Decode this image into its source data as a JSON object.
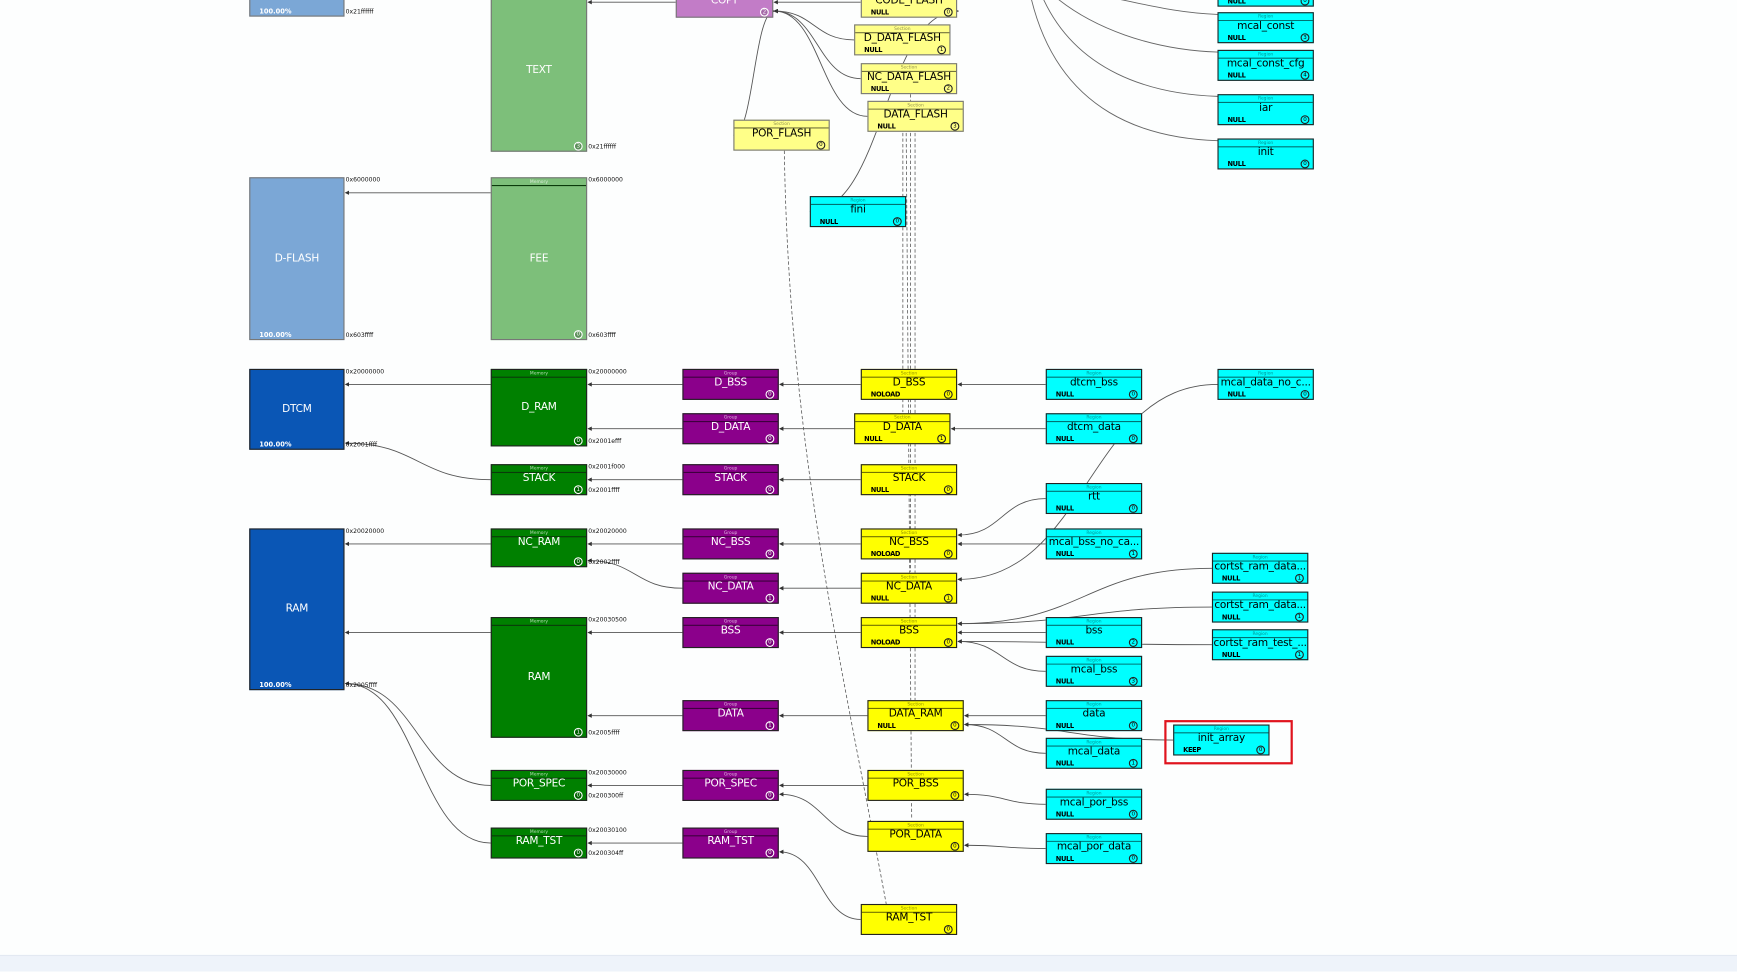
{
  "header_labels": {
    "memory": "Memory",
    "group": "Group",
    "section": "Section",
    "region": "Region"
  },
  "colors": {
    "phys_light": "#7ba7d6",
    "phys_dark": "#0a56b5",
    "mem_light": "#7dbf7a",
    "mem_dark": "#008000",
    "group": "#8b008b",
    "group_light": "#c27cc7",
    "section": "#ffff00",
    "section_light": "#ffff88",
    "region": "#00ffff",
    "highlight": "#e0141e"
  },
  "nodes": [
    {
      "id": "p_top",
      "kind": "phys",
      "label": "",
      "pct": "100.00%",
      "end": "0x21ffffff"
    },
    {
      "id": "p_dflash",
      "kind": "phys",
      "label": "D-FLASH",
      "pct": "100.00%",
      "start": "0x6000000",
      "end": "0x603ffff"
    },
    {
      "id": "p_dtcm",
      "kind": "phys",
      "label": "DTCM",
      "pct": "100.00%",
      "start": "0x20000000",
      "end": "0x2001ffff"
    },
    {
      "id": "p_ram",
      "kind": "phys",
      "label": "RAM",
      "pct": "100.00%",
      "start": "0x20020000",
      "end": "0x2005ffff"
    },
    {
      "id": "m_text",
      "kind": "mem",
      "label": "TEXT",
      "badge": "3",
      "end": "0x21ffffff"
    },
    {
      "id": "m_fee",
      "kind": "mem",
      "label": "FEE",
      "badge": "0",
      "start": "0x6000000",
      "end": "0x603ffff"
    },
    {
      "id": "m_dram",
      "kind": "mem",
      "label": "D_RAM",
      "badge": "0",
      "start": "0x20000000",
      "end": "0x2001efff"
    },
    {
      "id": "m_stack",
      "kind": "mem",
      "label": "STACK",
      "badge": "1",
      "start": "0x2001f000",
      "end": "0x2001ffff"
    },
    {
      "id": "m_ncram",
      "kind": "mem",
      "label": "NC_RAM",
      "badge": "0",
      "start": "0x20020000",
      "end": "0x2002ffff"
    },
    {
      "id": "m_ram",
      "kind": "mem",
      "label": "RAM",
      "badge": "1",
      "start": "0x20030500",
      "end": "0x2005ffff"
    },
    {
      "id": "m_porspec",
      "kind": "mem",
      "label": "POR_SPEC",
      "badge": "0",
      "start": "0x20030000",
      "end": "0x200300ff"
    },
    {
      "id": "m_ramtst",
      "kind": "mem",
      "label": "RAM_TST",
      "badge": "0",
      "start": "0x20030100",
      "end": "0x200304ff"
    },
    {
      "id": "g_copy",
      "kind": "grp",
      "label": "COPY",
      "badge": "2"
    },
    {
      "id": "g_dbss",
      "kind": "grp",
      "label": "D_BSS",
      "badge": "0"
    },
    {
      "id": "g_ddata",
      "kind": "grp",
      "label": "D_DATA",
      "badge": "0"
    },
    {
      "id": "g_stack",
      "kind": "grp",
      "label": "STACK",
      "badge": "0"
    },
    {
      "id": "g_ncbss",
      "kind": "grp",
      "label": "NC_BSS",
      "badge": "0"
    },
    {
      "id": "g_ncdata",
      "kind": "grp",
      "label": "NC_DATA",
      "badge": "1"
    },
    {
      "id": "g_bss",
      "kind": "grp",
      "label": "BSS",
      "badge": "0"
    },
    {
      "id": "g_data",
      "kind": "grp",
      "label": "DATA",
      "badge": "1"
    },
    {
      "id": "g_porspec",
      "kind": "grp",
      "label": "POR_SPEC",
      "badge": "0"
    },
    {
      "id": "g_ramtst",
      "kind": "grp",
      "label": "RAM_TST",
      "badge": "0"
    },
    {
      "id": "s_codeflash",
      "kind": "sec",
      "label": "CODE_FLASH",
      "flag": "NULL",
      "badge": "0"
    },
    {
      "id": "s_ddataflash",
      "kind": "sec",
      "label": "D_DATA_FLASH",
      "flag": "NULL",
      "badge": "1"
    },
    {
      "id": "s_ncdataflash",
      "kind": "sec",
      "label": "NC_DATA_FLASH",
      "flag": "NULL",
      "badge": "2"
    },
    {
      "id": "s_dataflash",
      "kind": "sec",
      "label": "DATA_FLASH",
      "flag": "NULL",
      "badge": "3"
    },
    {
      "id": "s_porflash",
      "kind": "sec",
      "label": "POR_FLASH",
      "badge": "0"
    },
    {
      "id": "s_dbss",
      "kind": "sec",
      "label": "D_BSS",
      "flag": "NOLOAD",
      "badge": "0"
    },
    {
      "id": "s_ddata",
      "kind": "sec",
      "label": "D_DATA",
      "flag": "NULL",
      "badge": "1"
    },
    {
      "id": "s_stack",
      "kind": "sec",
      "label": "STACK",
      "flag": "NULL",
      "badge": "0"
    },
    {
      "id": "s_ncbss",
      "kind": "sec",
      "label": "NC_BSS",
      "flag": "NOLOAD",
      "badge": "0"
    },
    {
      "id": "s_ncdata",
      "kind": "sec",
      "label": "NC_DATA",
      "flag": "NULL",
      "badge": "1"
    },
    {
      "id": "s_bss",
      "kind": "sec",
      "label": "BSS",
      "flag": "NOLOAD",
      "badge": "0"
    },
    {
      "id": "s_dataram",
      "kind": "sec",
      "label": "DATA_RAM",
      "flag": "NULL",
      "badge": "0"
    },
    {
      "id": "s_porbss",
      "kind": "sec",
      "label": "POR_BSS",
      "badge": "0"
    },
    {
      "id": "s_pordata",
      "kind": "sec",
      "label": "POR_DATA",
      "badge": "0"
    },
    {
      "id": "s_ramtst",
      "kind": "sec",
      "label": "RAM_TST",
      "badge": "0"
    },
    {
      "id": "r_top",
      "kind": "reg",
      "label": "",
      "flag": "NULL",
      "badge": "0"
    },
    {
      "id": "r_mcalconst",
      "kind": "reg",
      "label": "mcal_const",
      "flag": "NULL",
      "badge": "3"
    },
    {
      "id": "r_mcalconstcfg",
      "kind": "reg",
      "label": "mcal_const_cfg",
      "flag": "NULL",
      "badge": "4"
    },
    {
      "id": "r_iar",
      "kind": "reg",
      "label": "iar",
      "flag": "NULL",
      "badge": "0"
    },
    {
      "id": "r_init",
      "kind": "reg",
      "label": "init",
      "flag": "NULL",
      "badge": "0"
    },
    {
      "id": "r_fini",
      "kind": "reg",
      "label": "fini",
      "flag": "NULL",
      "badge": "0"
    },
    {
      "id": "r_dtcmbss",
      "kind": "reg",
      "label": "dtcm_bss",
      "flag": "NULL",
      "badge": "0"
    },
    {
      "id": "r_dtcmdata",
      "kind": "reg",
      "label": "dtcm_data",
      "flag": "NULL",
      "badge": "0"
    },
    {
      "id": "r_mcaldatanoc",
      "kind": "reg",
      "label": "mcal_data_no_c...",
      "flag": "NULL",
      "badge": "0"
    },
    {
      "id": "r_rtt",
      "kind": "reg",
      "label": "rtt",
      "flag": "NULL",
      "badge": "0"
    },
    {
      "id": "r_mcalbssnoca",
      "kind": "reg",
      "label": "mcal_bss_no_ca...",
      "flag": "NULL",
      "badge": "1"
    },
    {
      "id": "r_cortst1",
      "kind": "reg",
      "label": "cortst_ram_data...",
      "flag": "NULL",
      "badge": "1"
    },
    {
      "id": "r_cortst2",
      "kind": "reg",
      "label": "cortst_ram_data...",
      "flag": "NULL",
      "badge": "1"
    },
    {
      "id": "r_cortst3",
      "kind": "reg",
      "label": "cortst_ram_test_...",
      "flag": "NULL",
      "badge": "1"
    },
    {
      "id": "r_bss",
      "kind": "reg",
      "label": "bss",
      "flag": "NULL",
      "badge": "2"
    },
    {
      "id": "r_mcalbss",
      "kind": "reg",
      "label": "mcal_bss",
      "flag": "NULL",
      "badge": "3"
    },
    {
      "id": "r_data",
      "kind": "reg",
      "label": "data",
      "flag": "NULL",
      "badge": "0"
    },
    {
      "id": "r_mcaldata",
      "kind": "reg",
      "label": "mcal_data",
      "flag": "NULL",
      "badge": "1"
    },
    {
      "id": "r_initarray",
      "kind": "reg",
      "label": "init_array",
      "flag": "KEEP",
      "badge": "0",
      "highlighted": true
    },
    {
      "id": "r_mcalporbss",
      "kind": "reg",
      "label": "mcal_por_bss",
      "flag": "NULL",
      "badge": "0"
    },
    {
      "id": "r_mcalpordata",
      "kind": "reg",
      "label": "mcal_por_data",
      "flag": "NULL",
      "badge": "0"
    }
  ],
  "edges": [
    [
      "g_copy",
      "m_text"
    ],
    [
      "s_codeflash",
      "g_copy"
    ],
    [
      "s_ddataflash",
      "g_copy"
    ],
    [
      "s_ncdataflash",
      "g_copy"
    ],
    [
      "s_dataflash",
      "g_copy"
    ],
    [
      "s_porflash",
      "g_copy"
    ],
    [
      "r_fini",
      "s_codeflash"
    ],
    [
      "m_fee",
      "p_dflash"
    ],
    [
      "m_dram",
      "p_dtcm"
    ],
    [
      "m_stack",
      "p_dtcm"
    ],
    [
      "m_ncram",
      "p_ram"
    ],
    [
      "m_ram",
      "p_ram"
    ],
    [
      "m_porspec",
      "p_ram"
    ],
    [
      "m_ramtst",
      "p_ram"
    ],
    [
      "g_dbss",
      "m_dram"
    ],
    [
      "g_ddata",
      "m_dram"
    ],
    [
      "g_stack",
      "m_stack"
    ],
    [
      "g_ncbss",
      "m_ncram"
    ],
    [
      "g_ncdata",
      "m_ncram"
    ],
    [
      "g_bss",
      "m_ram"
    ],
    [
      "g_data",
      "m_ram"
    ],
    [
      "g_porspec",
      "m_porspec"
    ],
    [
      "g_ramtst",
      "m_ramtst"
    ],
    [
      "s_dbss",
      "g_dbss"
    ],
    [
      "s_ddata",
      "g_ddata"
    ],
    [
      "s_stack",
      "g_stack"
    ],
    [
      "s_ncbss",
      "g_ncbss"
    ],
    [
      "s_ncdata",
      "g_ncdata"
    ],
    [
      "s_bss",
      "g_bss"
    ],
    [
      "s_dataram",
      "g_data"
    ],
    [
      "s_porbss",
      "g_porspec"
    ],
    [
      "s_pordata",
      "g_porspec"
    ],
    [
      "s_ramtst",
      "g_ramtst"
    ],
    [
      "r_dtcmbss",
      "s_dbss"
    ],
    [
      "r_dtcmdata",
      "s_ddata"
    ],
    [
      "r_rtt",
      "s_ncbss"
    ],
    [
      "r_mcalbssnoca",
      "s_ncbss"
    ],
    [
      "r_mcaldatanoc",
      "s_ncdata"
    ],
    [
      "r_bss",
      "s_bss"
    ],
    [
      "r_mcalbss",
      "s_bss"
    ],
    [
      "r_cortst1",
      "s_bss"
    ],
    [
      "r_cortst2",
      "s_bss"
    ],
    [
      "r_cortst3",
      "s_bss"
    ],
    [
      "r_data",
      "s_dataram"
    ],
    [
      "r_mcaldata",
      "s_dataram"
    ],
    [
      "r_initarray",
      "s_dataram"
    ],
    [
      "r_mcalporbss",
      "s_porbss"
    ],
    [
      "r_mcalpordata",
      "s_pordata"
    ]
  ]
}
